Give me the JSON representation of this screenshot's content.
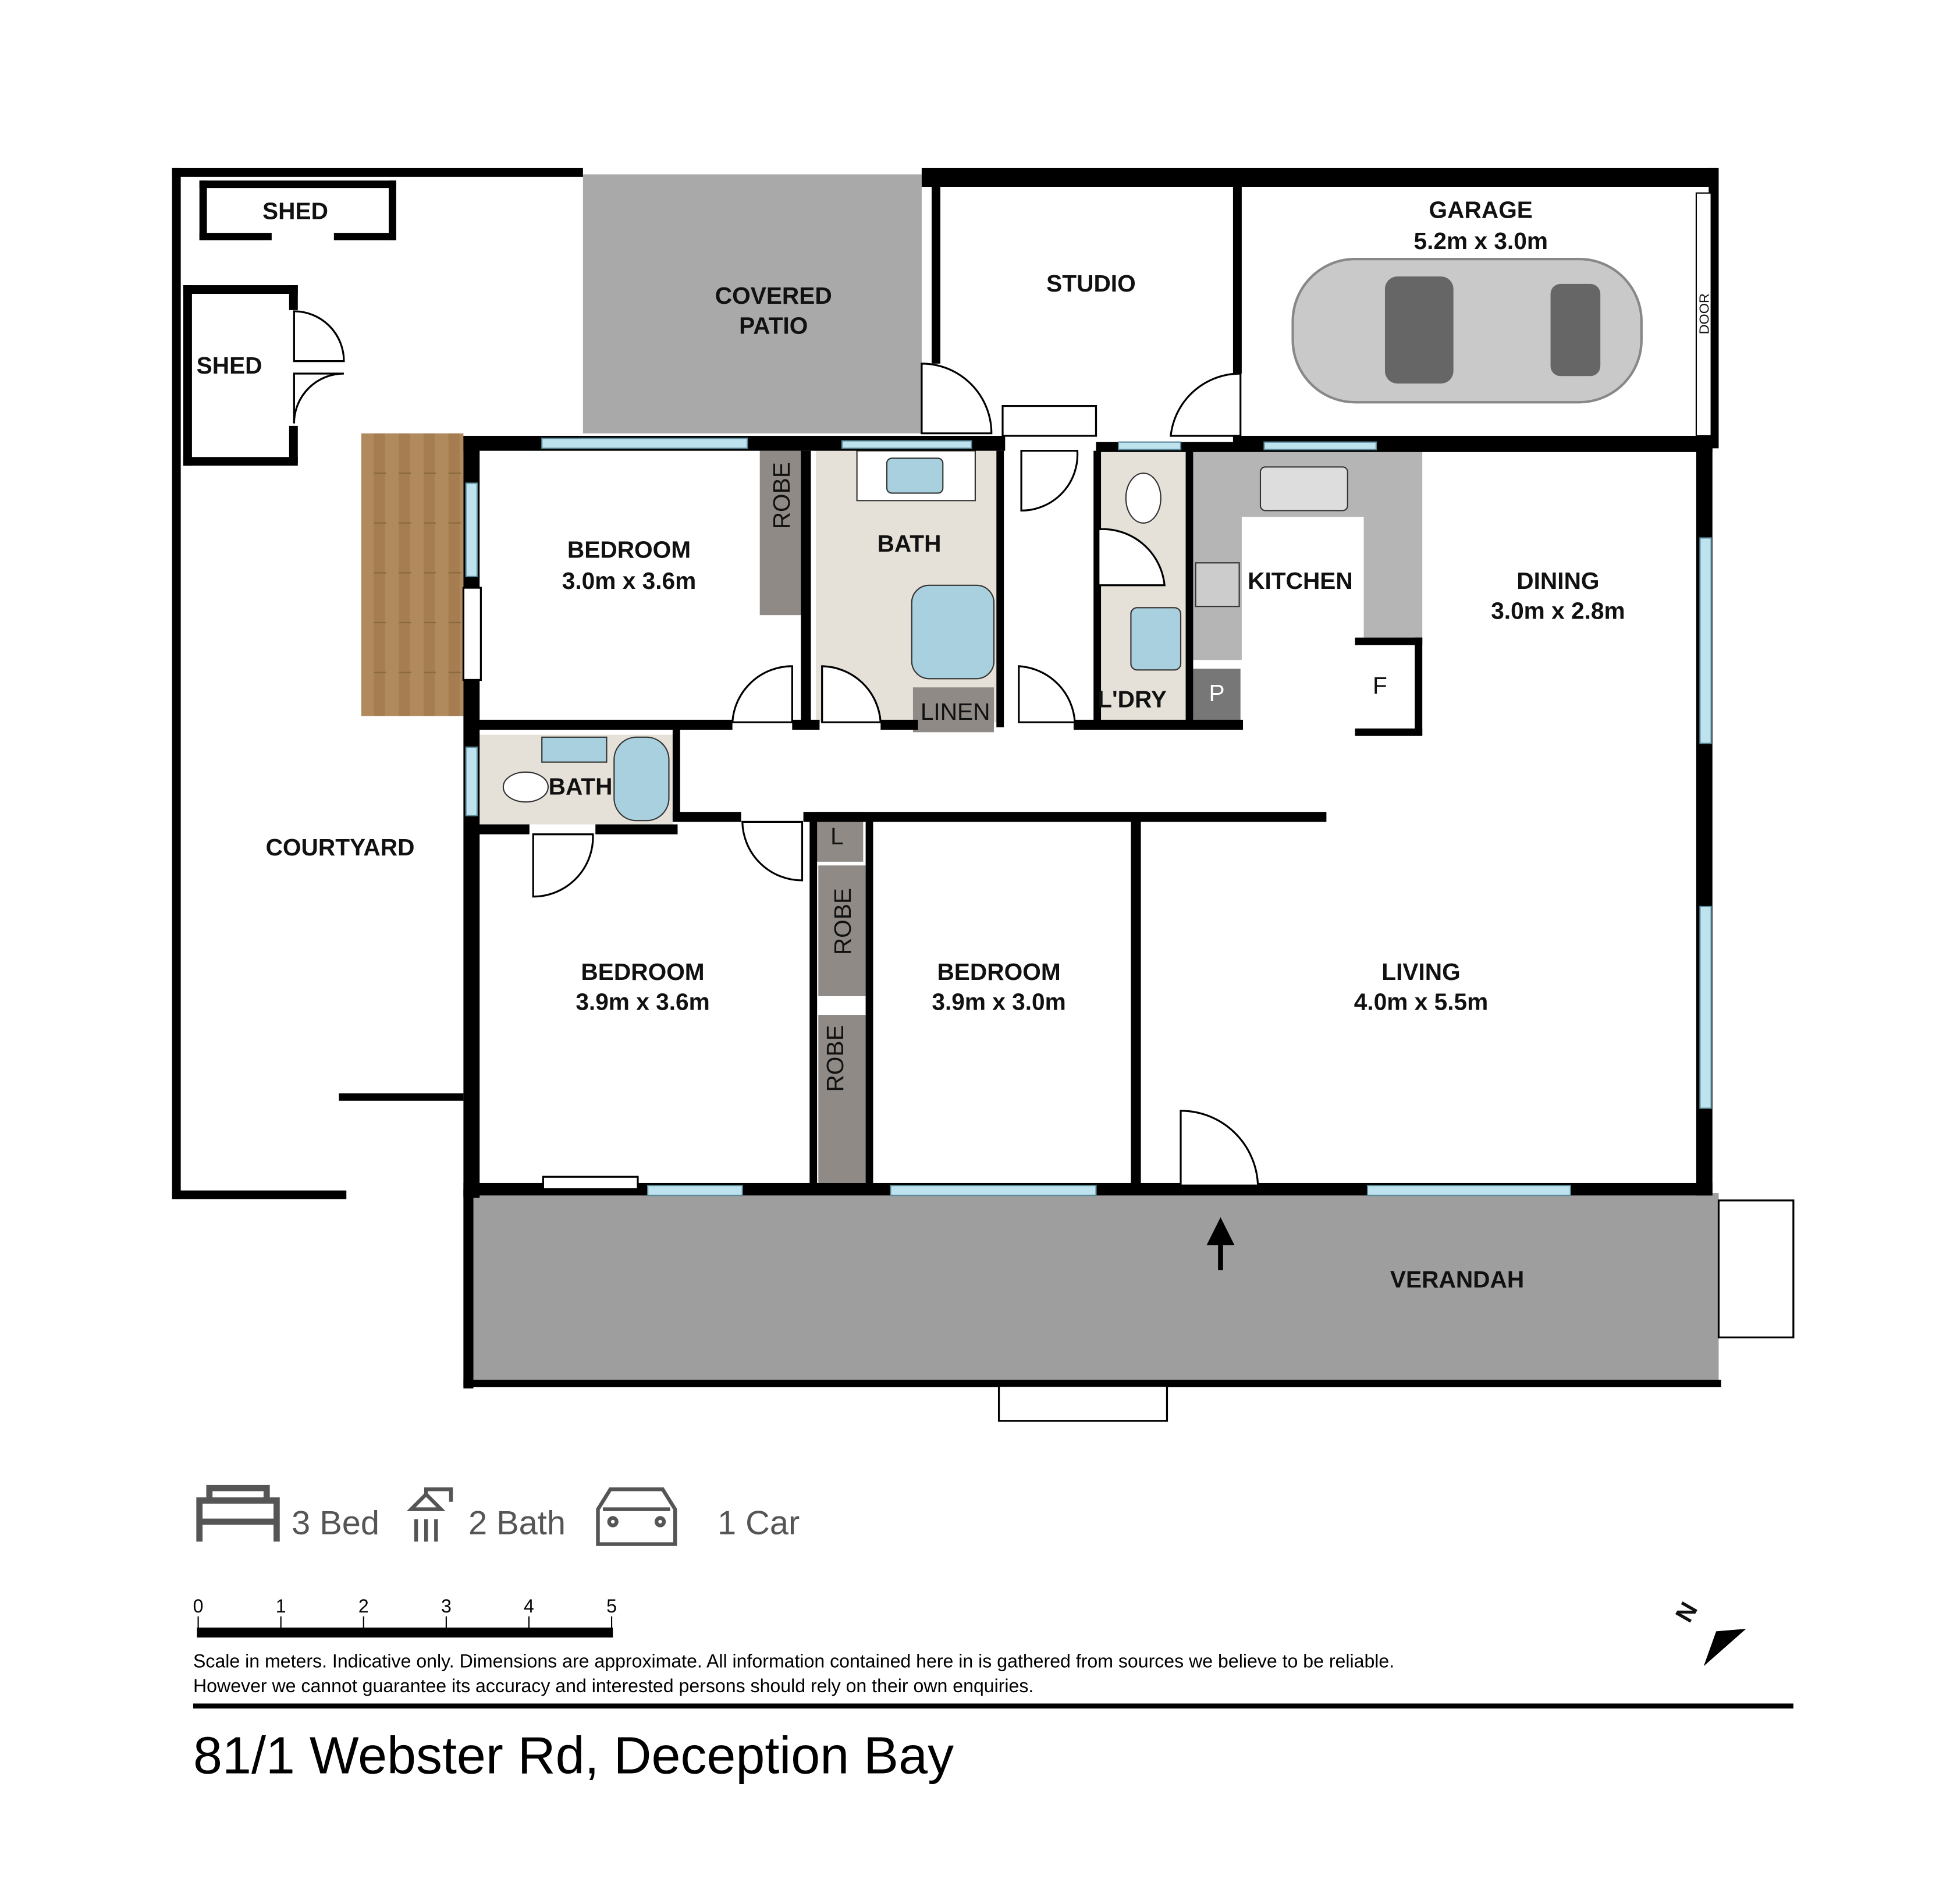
{
  "rooms": {
    "shed_1": "SHED",
    "shed_2": "SHED",
    "covered_patio_line1": "COVERED",
    "covered_patio_line2": "PATIO",
    "studio": "STUDIO",
    "garage": "GARAGE",
    "garage_dim": "5.2m x 3.0m",
    "garage_door": "DOOR",
    "bedroom_1": "BEDROOM",
    "bedroom_1_dim": "3.0m x 3.6m",
    "robe_1": "ROBE",
    "bath_1": "BATH",
    "linen": "LINEN",
    "laundry": "L'DRY",
    "kitchen": "KITCHEN",
    "pantry": "P",
    "fridge": "F",
    "dining": "DINING",
    "dining_dim": "3.0m x 2.8m",
    "courtyard": "COURTYARD",
    "bath_2": "BATH",
    "linen_small": "L",
    "robe_2": "ROBE",
    "robe_3": "ROBE",
    "bedroom_2": "BEDROOM",
    "bedroom_2_dim": "3.9m x 3.6m",
    "bedroom_3": "BEDROOM",
    "bedroom_3_dim": "3.9m x 3.0m",
    "living": "LIVING",
    "living_dim": "4.0m x 5.5m",
    "verandah": "VERANDAH"
  },
  "summary": {
    "beds": "3 Bed",
    "baths": "2 Bath",
    "cars": "1 Car",
    "icons": [
      "bed-icon",
      "shower-icon",
      "car-icon"
    ]
  },
  "scale": {
    "ticks": [
      "0",
      "1",
      "2",
      "3",
      "4",
      "5"
    ],
    "note_line1": "Scale in meters. Indicative only. Dimensions are approximate. All information contained here in is gathered from sources we believe to be reliable.",
    "note_line2": "However we cannot guarantee its accuracy and interested persons should rely on their own enquiries."
  },
  "compass": {
    "label": "N"
  },
  "address": "81/1 Webster Rd, Deception Bay",
  "colors": {
    "window": "#bfe3ee",
    "fixture": "#a9d0de",
    "summary_text": "#555555"
  }
}
